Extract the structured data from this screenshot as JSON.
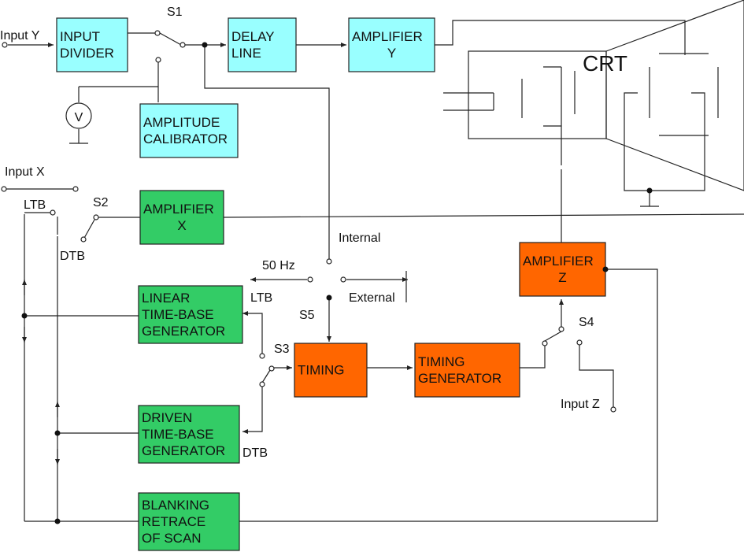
{
  "colors": {
    "cyan": "#99FFFF",
    "green": "#33CC66",
    "orange": "#FF6600",
    "line": "#222222"
  },
  "blocks": {
    "input_divider": [
      "INPUT",
      "DIVIDER"
    ],
    "delay_line": [
      "DELAY",
      "LINE"
    ],
    "amplifier_y": [
      "AMPLIFIER",
      "Y"
    ],
    "amplitude_calibrator": [
      "AMPLITUDE",
      "CALIBRATOR"
    ],
    "amplifier_x": [
      "AMPLIFIER",
      "X"
    ],
    "linear_tb": [
      "LINEAR",
      "TIME-BASE",
      "GENERATOR"
    ],
    "driven_tb": [
      "DRIVEN",
      "TIME-BASE",
      "GENERATOR"
    ],
    "blanking": [
      "BLANKING",
      "RETRACE",
      "OF SCAN"
    ],
    "timing": [
      "TIMING"
    ],
    "timing_generator": [
      "TIMING",
      "GENERATOR"
    ],
    "amplifier_z": [
      "AMPLIFIER",
      "Z"
    ]
  },
  "labels": {
    "input_y": "Input Y",
    "input_x": "Input X",
    "input_z": "Input Z",
    "s1": "S1",
    "s2": "S2",
    "s3": "S3",
    "s4": "S4",
    "s5": "S5",
    "crt": "CRT",
    "voltmeter": "V",
    "ltb_top": "LTB",
    "dtb_top": "DTB",
    "ltb_mid": "LTB",
    "dtb_mid": "DTB",
    "internal": "Internal",
    "external": "External",
    "hz50": "50 Hz"
  }
}
